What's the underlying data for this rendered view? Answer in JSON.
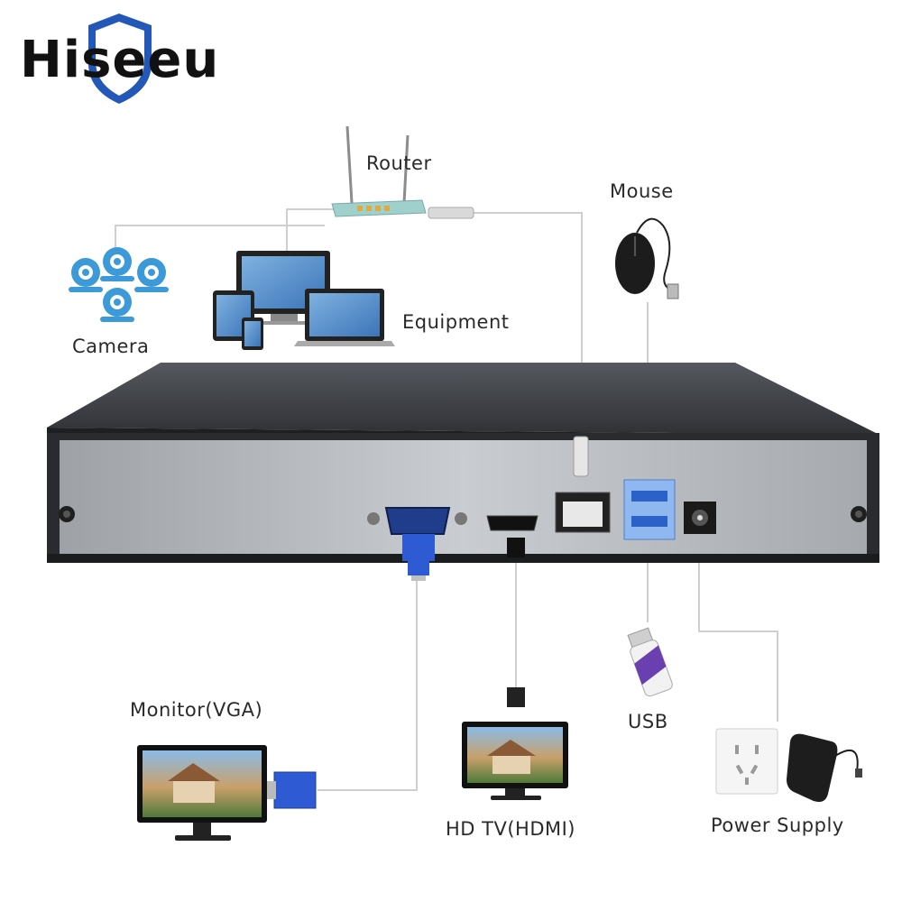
{
  "brand": {
    "logo": "Hiseeu"
  },
  "labels": {
    "router": "Router",
    "mouse": "Mouse",
    "camera": "Camera",
    "equipment": "Equipment",
    "monitor_vga": "Monitor(VGA)",
    "hd_tv_hdmi": "HD TV(HDMI)",
    "usb": "USB",
    "power_supply": "Power Supply"
  },
  "colors": {
    "accent_blue": "#2f6fd6",
    "usb_blue": "#8fb8f0",
    "nvr_body": "#3b3d42",
    "nvr_panel": "#b9bcc0",
    "line": "#c8c8c8"
  },
  "icons": [
    "hiseeu-logo",
    "router-icon",
    "mouse-icon",
    "camera-icon",
    "equipment-icon",
    "nvr-device",
    "vga-monitor-icon",
    "hdmi-tv-icon",
    "usb-drive-icon",
    "power-outlet-icon",
    "power-adapter-icon"
  ]
}
